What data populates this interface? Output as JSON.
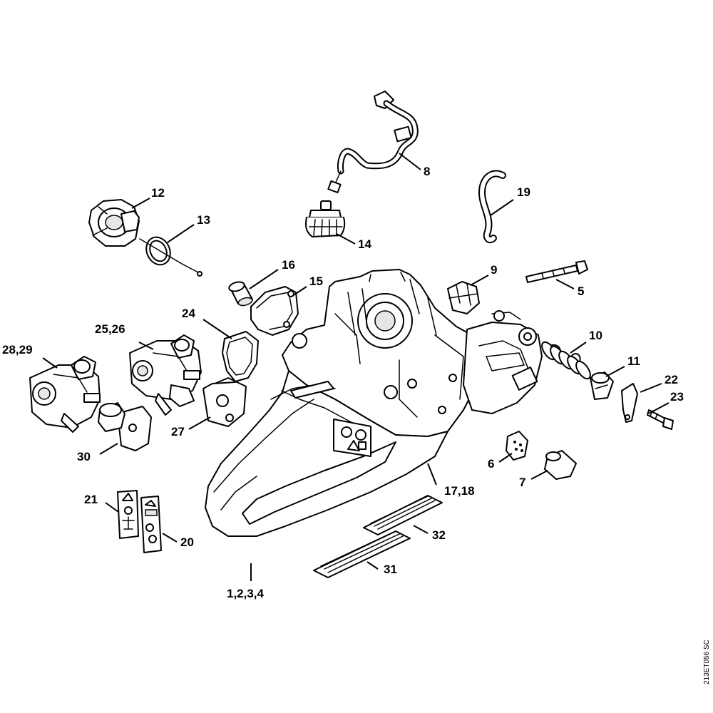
{
  "diagram": {
    "reference_code": "213ET056 SC",
    "callouts": {
      "c_1_2_3_4": "1,2,3,4",
      "c_5": "5",
      "c_6": "6",
      "c_7": "7",
      "c_8": "8",
      "c_9": "9",
      "c_10": "10",
      "c_11": "11",
      "c_12": "12",
      "c_13": "13",
      "c_14": "14",
      "c_15": "15",
      "c_16": "16",
      "c_17_18": "17,18",
      "c_19": "19",
      "c_20": "20",
      "c_21": "21",
      "c_22": "22",
      "c_23": "23",
      "c_24": "24",
      "c_25_26": "25,26",
      "c_27": "27",
      "c_28_29": "28,29",
      "c_30": "30",
      "c_31": "31",
      "c_32": "32"
    }
  }
}
